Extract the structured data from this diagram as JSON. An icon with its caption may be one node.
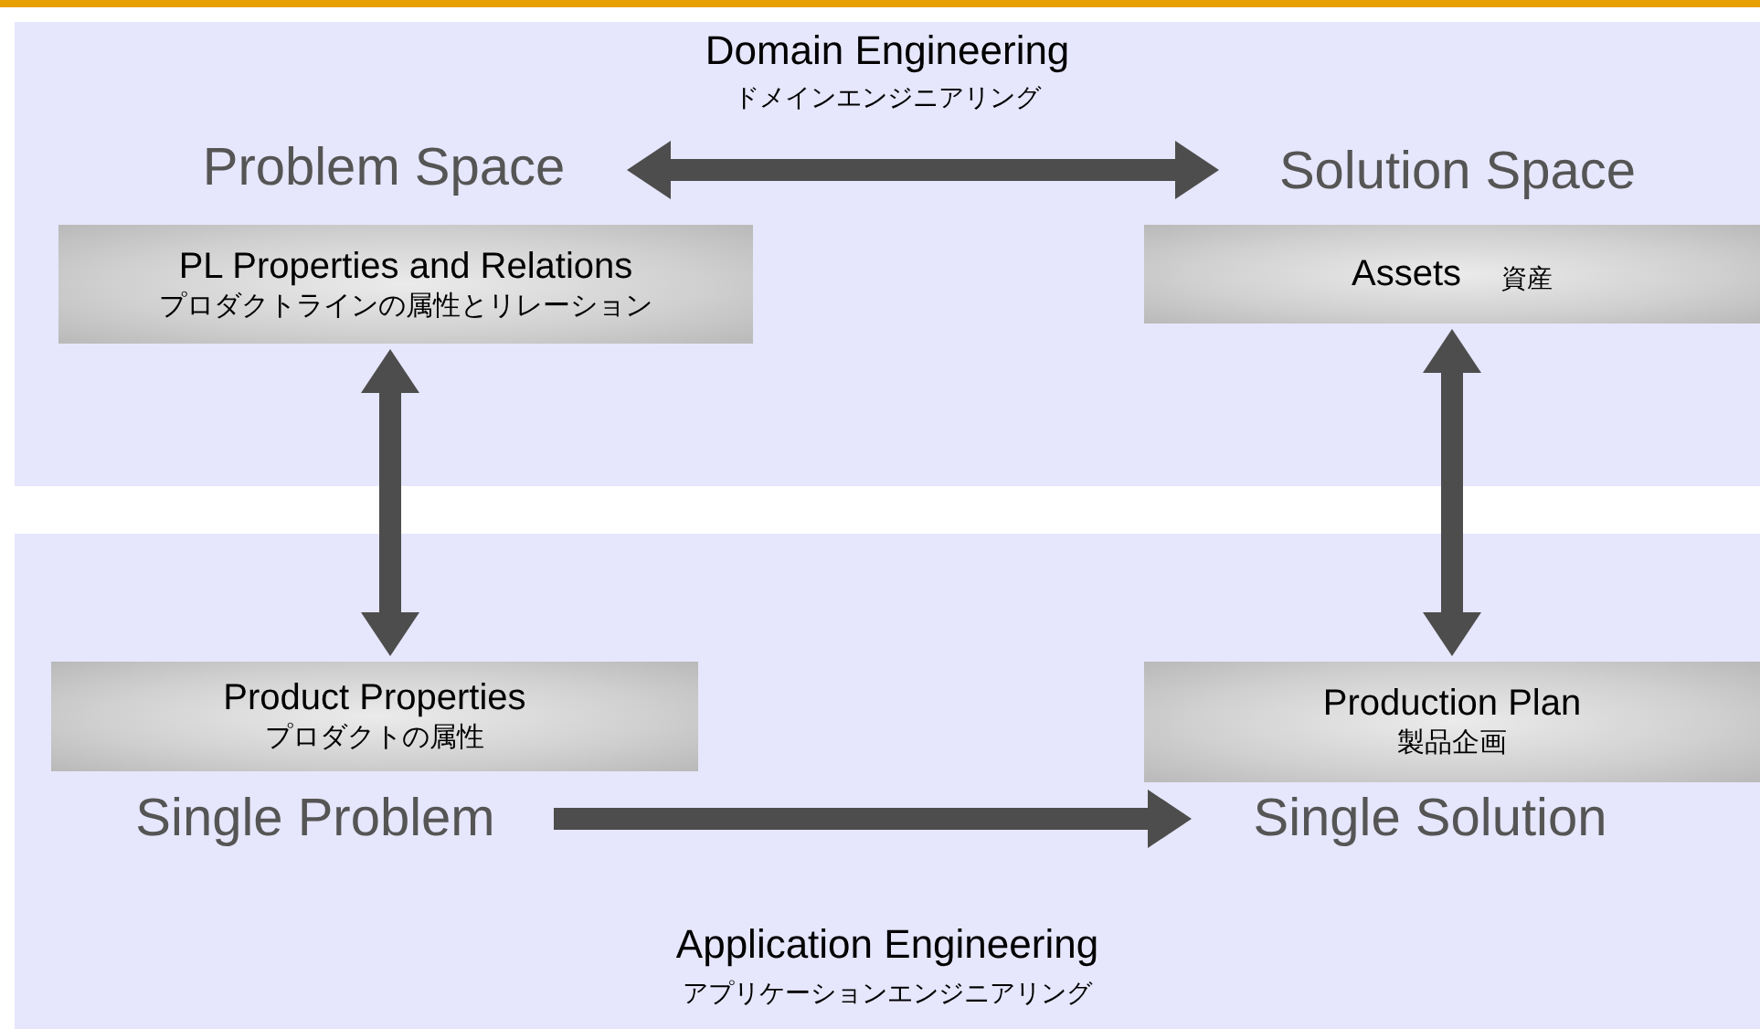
{
  "diagram": {
    "nodes": [
      {
        "text": [
          "Domain Engineering",
          "ドメインエンジニアリング"
        ]
      },
      {
        "text": [
          "Problem Space"
        ],
        "in": 0
      },
      {
        "text": [
          "Solution Space"
        ],
        "in": 0
      },
      {
        "text": [
          "PL Properties and Relations",
          "プロダクトラインの属性とリレーション"
        ],
        "in": 0
      },
      {
        "text": [
          "Assets",
          "資産"
        ],
        "in": 0
      },
      {
        "text": [
          "Application Engineering",
          "アプリケーションエンジニアリング"
        ]
      },
      {
        "text": [
          "Product Properties",
          "プロダクトの属性"
        ],
        "in": 5
      },
      {
        "text": [
          "Production Plan",
          "製品企画"
        ],
        "in": 5
      },
      {
        "text": [
          "Single Problem"
        ],
        "in": 5
      },
      {
        "text": [
          "Single Solution"
        ],
        "in": 5
      }
    ],
    "edges": [
      {
        "from": 1,
        "to": 2,
        "arrow": "both"
      },
      {
        "from": 3,
        "to": 6,
        "arrow": "both"
      },
      {
        "from": 4,
        "to": 7,
        "arrow": "both"
      },
      {
        "from": 8,
        "to": 9,
        "arrow": "to"
      }
    ]
  }
}
